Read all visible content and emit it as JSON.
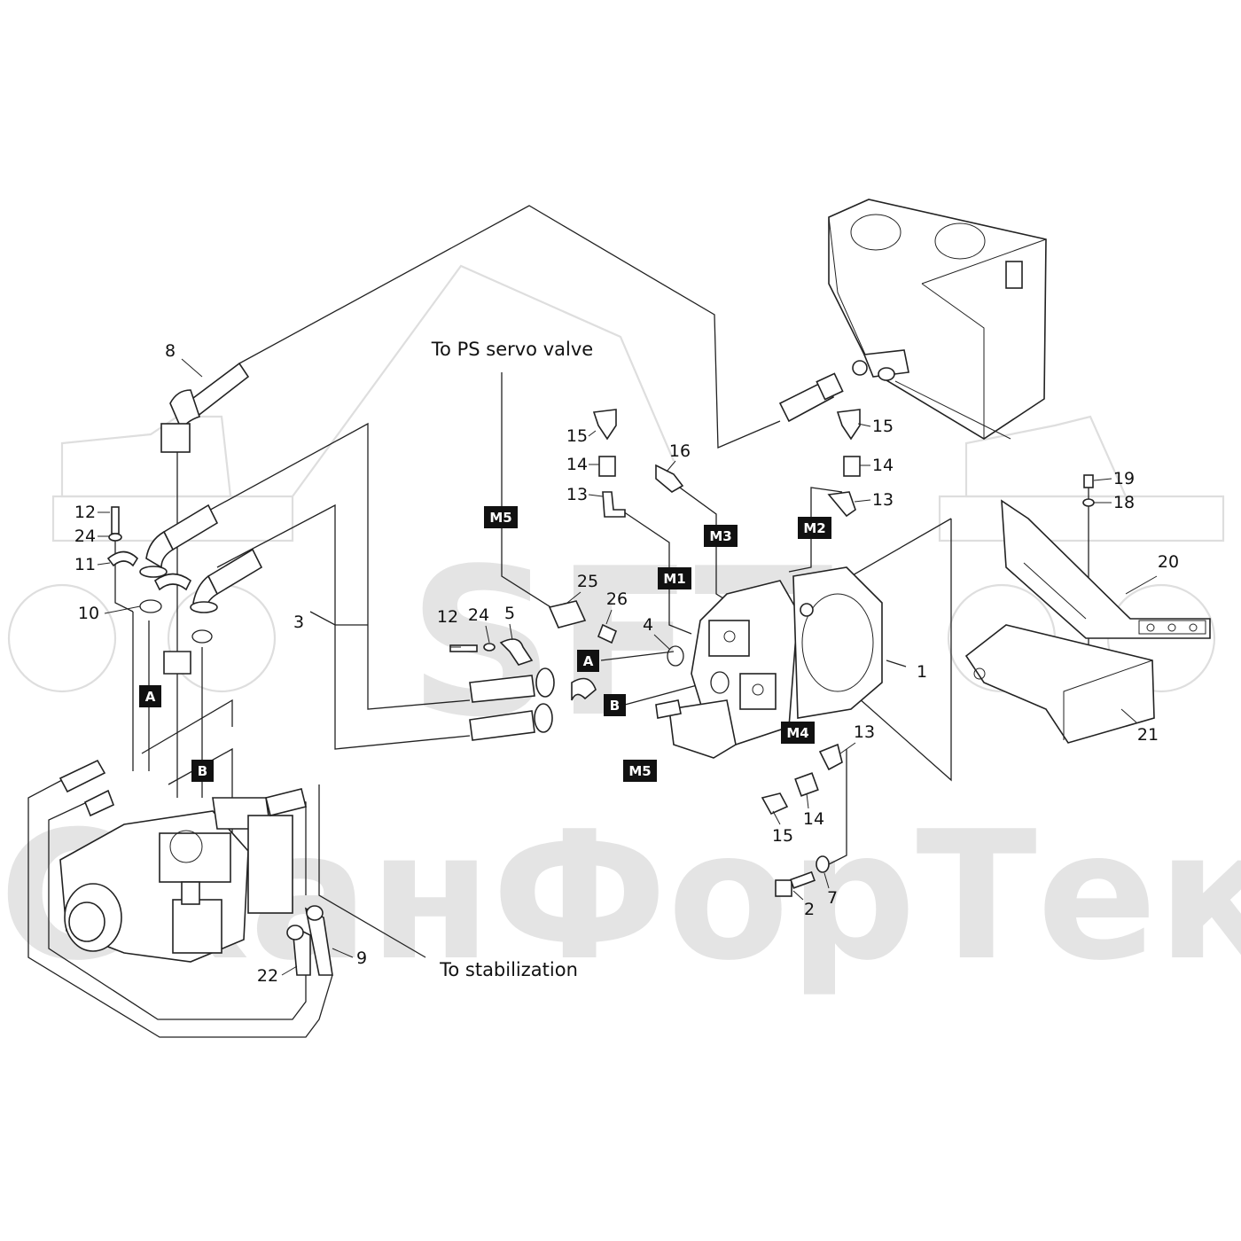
{
  "watermark": {
    "logo": "SFT",
    "company": "СканФорТек"
  },
  "notes": {
    "top": "To PS servo valve",
    "bottom": "To stabilization"
  },
  "tags": {
    "a_left": "A",
    "a_mid": "A",
    "b_left": "B",
    "b_mid": "B",
    "m1": "M1",
    "m2": "M2",
    "m3": "M3",
    "m4": "M4",
    "m5_upper": "M5",
    "m5_lower": "M5"
  },
  "callouts": {
    "n1": "1",
    "n2": "2",
    "n3": "3",
    "n4": "4",
    "n5": "5",
    "n7": "7",
    "n8": "8",
    "n9": "9",
    "n10": "10",
    "n11": "11",
    "n12_left": "12",
    "n12_mid": "12",
    "n13_left": "13",
    "n13_right": "13",
    "n13_lower": "13",
    "n14_left": "14",
    "n14_right": "14",
    "n14_lower": "14",
    "n15_left": "15",
    "n15_right": "15",
    "n15_lower": "15",
    "n16": "16",
    "n18": "18",
    "n19": "19",
    "n20": "20",
    "n21": "21",
    "n22": "22",
    "n24_left": "24",
    "n24_mid": "24",
    "n25": "25",
    "n26": "26"
  }
}
